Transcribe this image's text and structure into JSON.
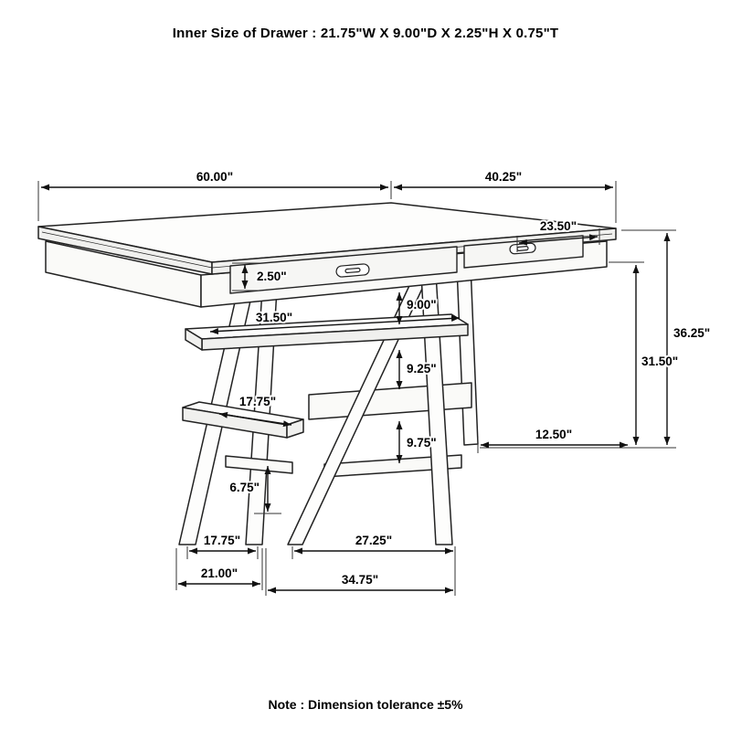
{
  "header": {
    "title": "Inner Size of Drawer : 21.75\"W X 9.00\"D X 2.25\"H X 0.75\"T"
  },
  "footer": {
    "note": "Note : Dimension tolerance ±5%"
  },
  "diagram": {
    "dimensions": {
      "top_width": "60.00\"",
      "top_depth": "40.25\"",
      "side_drawer_width": "23.50\"",
      "drawer_front_height": "2.50\"",
      "apron_to_upper_shelf": "9.00\"",
      "upper_shelf_width": "31.50\"",
      "upper_to_mid_gap": "9.25\"",
      "overall_height": "36.25\"",
      "floor_to_apron": "31.50\"",
      "lower_shelf_width": "17.75\"",
      "mid_to_lower_gap": "9.75\"",
      "side_overhang": "12.50\"",
      "foot_brace_height": "6.75\"",
      "front_feet_inner_span": "17.75\"",
      "rear_feet_span": "27.25\"",
      "left_base_width": "21.00\"",
      "right_base_width": "34.75\""
    }
  }
}
